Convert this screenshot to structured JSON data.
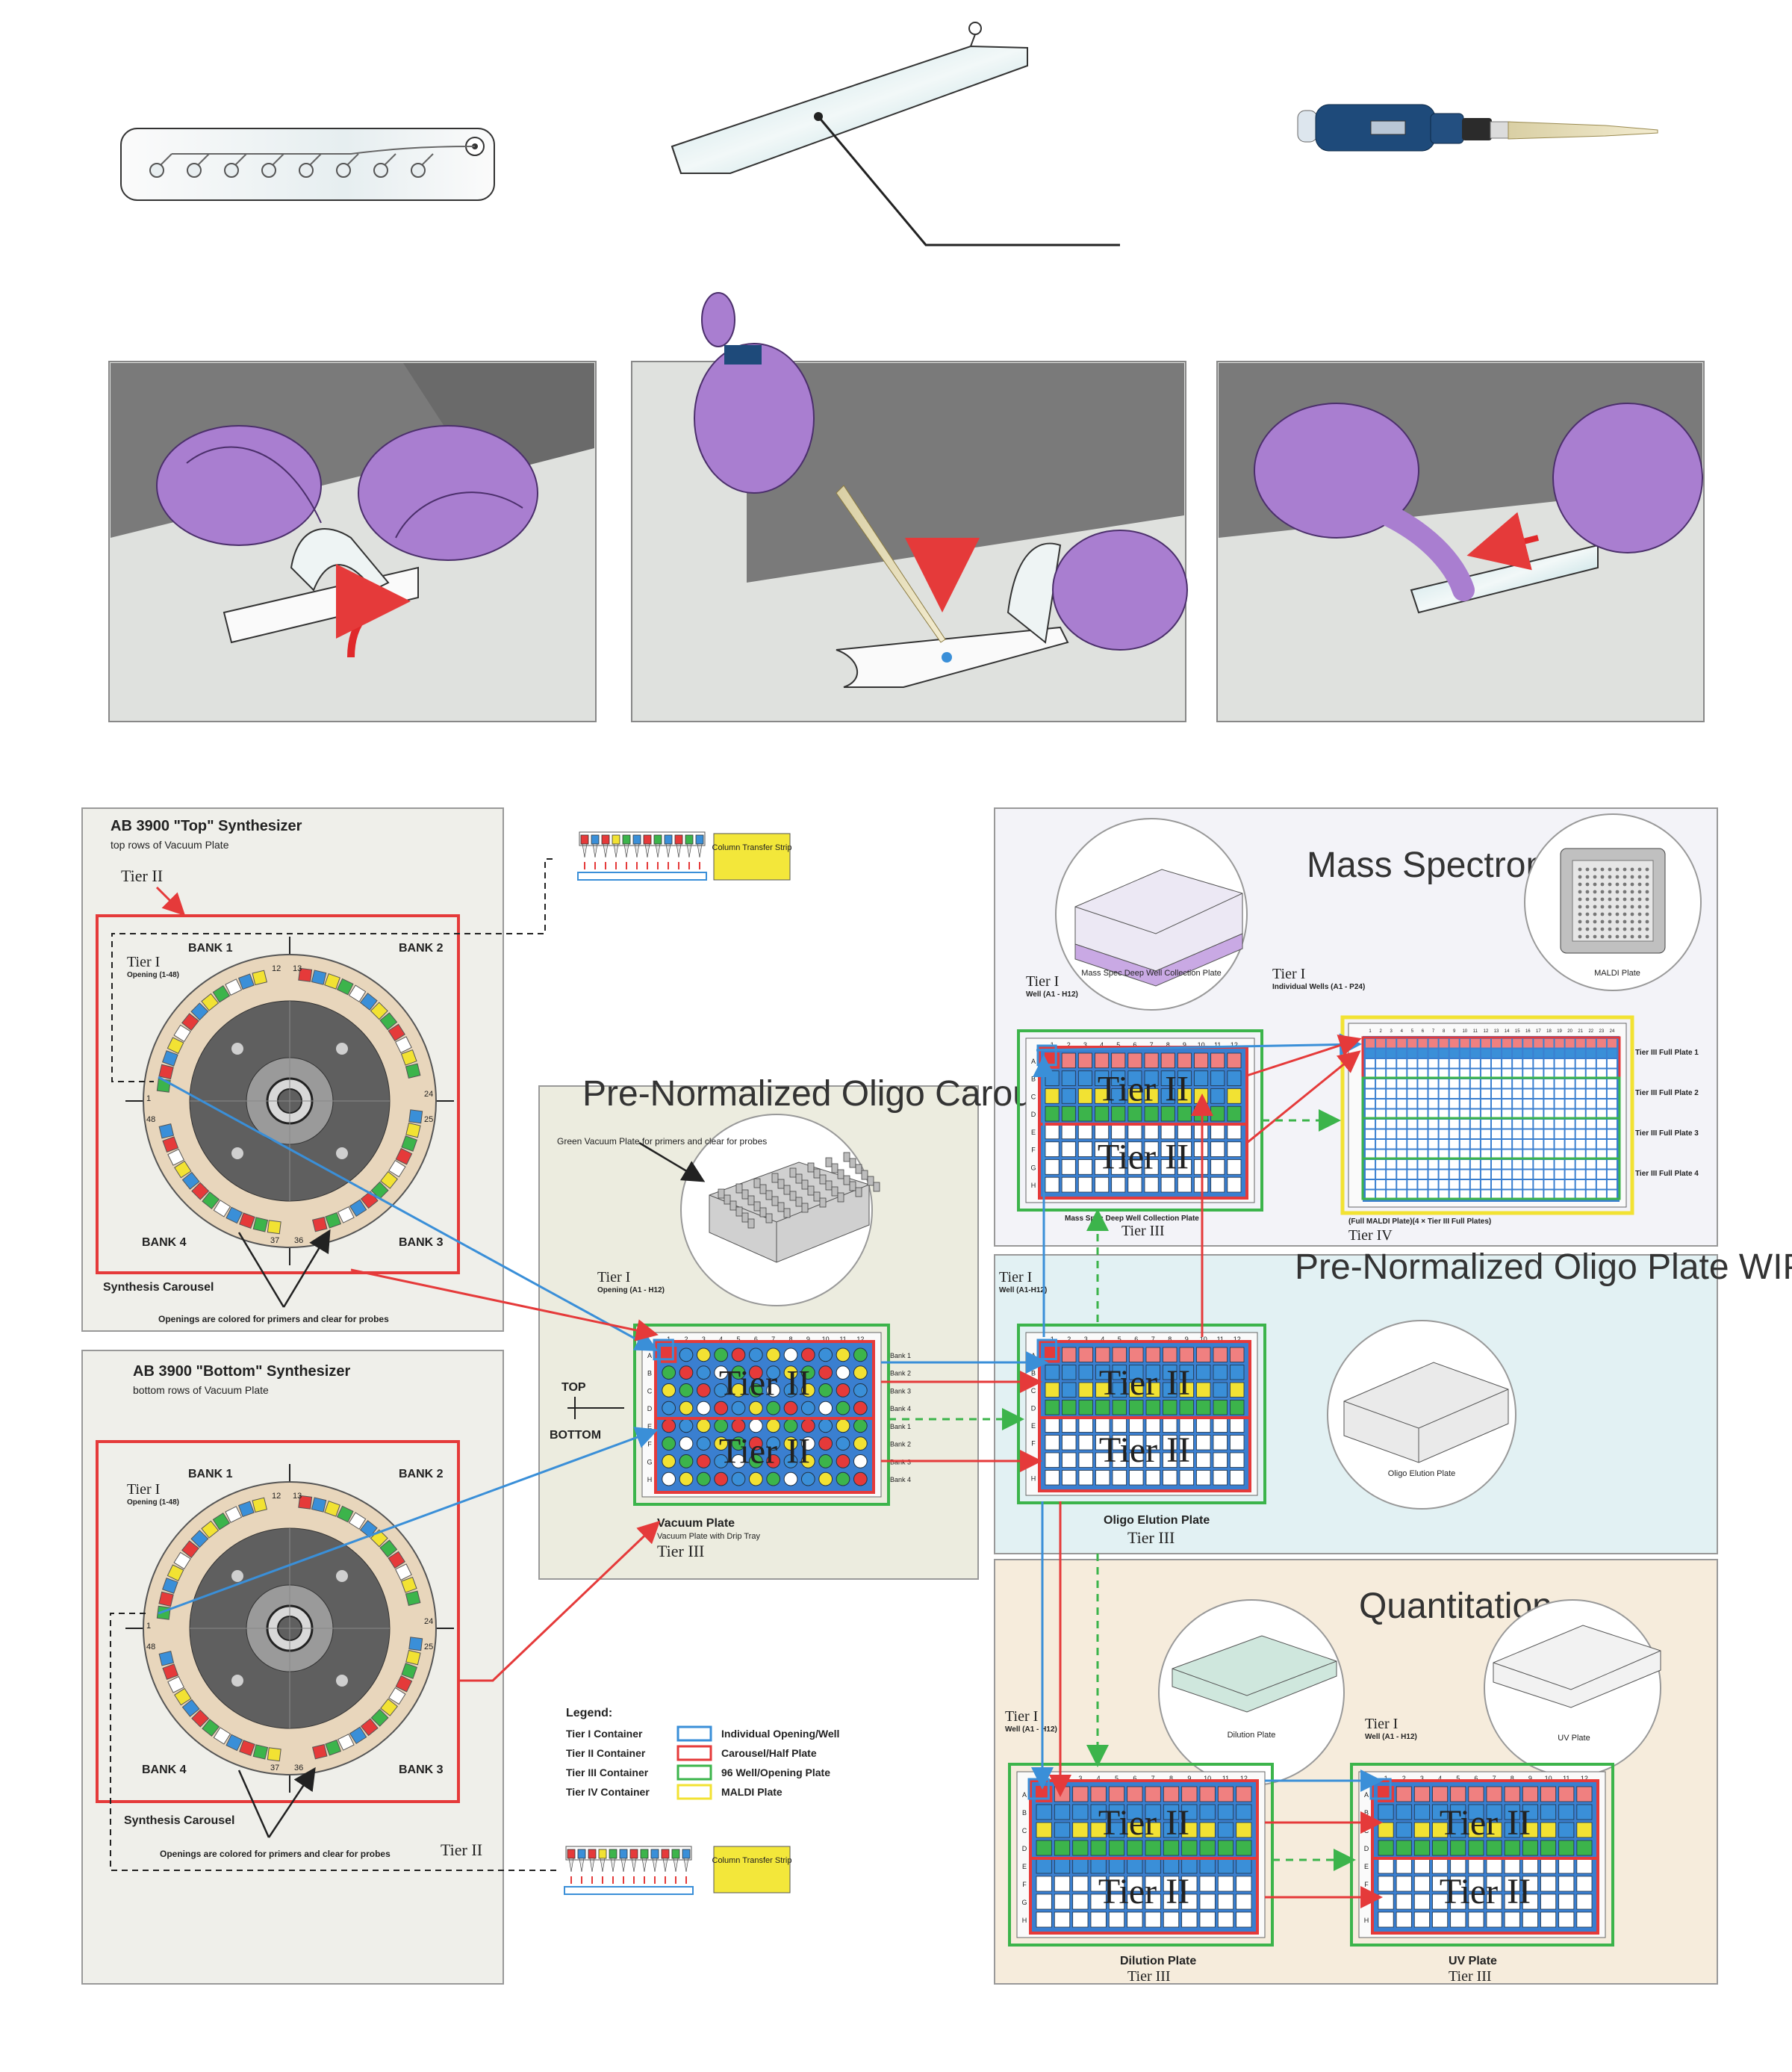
{
  "top_synth": {
    "title": "AB 3900 \"Top\" Synthesizer",
    "subtitle": "top rows of Vacuum Plate",
    "tier_label": "Tier II",
    "bank1": "BANK 1",
    "bank2": "BANK 2",
    "bank3": "BANK 3",
    "bank4": "BANK 4",
    "opening_tier": "Tier I",
    "opening_range": "Opening (1-48)",
    "carousel": "Synthesis Carousel",
    "note": "Openings are colored for primers and clear for probes",
    "num12": "12",
    "num13": "13",
    "num24": "24",
    "num25": "25",
    "num36": "36",
    "num37": "37",
    "num1": "1",
    "num48": "48"
  },
  "bottom_synth": {
    "title": "AB 3900 \"Bottom\" Synthesizer",
    "subtitle": "bottom rows of Vacuum Plate",
    "tier_label": "Tier II",
    "bank1": "BANK 1",
    "bank2": "BANK 2",
    "bank3": "BANK 3",
    "bank4": "BANK 4",
    "opening_tier": "Tier I",
    "opening_range": "Opening (1-48)",
    "carousel": "Synthesis Carousel",
    "note": "Openings are colored for primers and clear for probes",
    "num12": "12",
    "num13": "13",
    "num24": "24",
    "num25": "25",
    "num36": "36",
    "num37": "37",
    "num1": "1",
    "num48": "48"
  },
  "column_strip": {
    "label": "Column Transfer Strip"
  },
  "carousel_wip": {
    "title": "Pre-Normalized Oligo Carousel WIP",
    "plate_note": "Green Vacuum Plate for primers and clear for probes",
    "opening_tier": "Tier I",
    "opening_range": "Opening (A1 - H12)",
    "top": "TOP",
    "bottom": "BOTTOM",
    "plate": "Vacuum Plate",
    "plate_sub": "Vacuum Plate with Drip Tray",
    "plate_tier": "Tier III",
    "tier2_a": "Tier II",
    "tier2_b": "Tier II",
    "banks": [
      "Bank 1",
      "Bank 2",
      "Bank 3",
      "Bank 4",
      "Bank 1",
      "Bank 2",
      "Bank 3",
      "Bank 4"
    ],
    "col_numbers": [
      "1",
      "2",
      "3",
      "4",
      "5",
      "6",
      "7",
      "8",
      "9",
      "10",
      "11",
      "12"
    ],
    "row_letters": [
      "A",
      "B",
      "C",
      "D",
      "E",
      "F",
      "G",
      "H"
    ]
  },
  "mass_spec": {
    "title": "Mass Spectrometry",
    "deep_well": "Mass Spec Deep Well Collection Plate",
    "maldi": "MALDI Plate",
    "well_tier": "Tier I",
    "well_range": "Well (A1 - H12)",
    "indiv_tier": "Tier I",
    "indiv_range": "Individual Wells (A1 - P24)",
    "tier2_a": "Tier II",
    "tier2_b": "Tier II",
    "collection": "Mass Spec Deep Well Collection Plate",
    "collection_tier": "Tier III",
    "full_plates": [
      "Tier III Full Plate 1",
      "Tier III Full Plate 2",
      "Tier III Full Plate 3",
      "Tier III Full Plate 4"
    ],
    "maldi_full": "(Full MALDI Plate)(4 × Tier III Full Plates)",
    "maldi_tier": "Tier IV"
  },
  "plate_wip": {
    "title": "Pre-Normalized Oligo Plate WIP",
    "well_tier": "Tier I",
    "well_range": "Well (A1-H12)",
    "elution": "Oligo Elution Plate",
    "plate": "Oligo Elution Plate",
    "plate_tier": "Tier III",
    "tier2_a": "Tier II",
    "tier2_b": "Tier II"
  },
  "quantitation": {
    "title": "Quantitation",
    "dilution_icon": "Dilution Plate",
    "uv_icon": "UV Plate",
    "well_tier": "Tier I",
    "well_range": "Well (A1 - H12)",
    "uv_tier_label": "Tier I",
    "uv_range": "Well (A1 - H12)",
    "dilution_plate": "Dilution Plate",
    "dilution_tier": "Tier III",
    "uv_plate": "UV Plate",
    "uv_plate_tier": "Tier III",
    "tier2_a": "Tier II",
    "tier2_b": "Tier II",
    "tier2_c": "Tier II",
    "tier2_d": "Tier II"
  },
  "legend": {
    "title": "Legend:",
    "rows": [
      {
        "tier": "Tier I Container",
        "desc": "Individual Opening/Well",
        "color": "#3a8fd8"
      },
      {
        "tier": "Tier II Container",
        "desc": "Carousel/Half Plate",
        "color": "#e53a3a"
      },
      {
        "tier": "Tier III Container",
        "desc": "96 Well/Opening Plate",
        "color": "#3cb44b"
      },
      {
        "tier": "Tier IV Container",
        "desc": "MALDI Plate",
        "color": "#f2e233"
      }
    ]
  },
  "colors": {
    "tier1": "#3a8fd8",
    "tier2": "#e53a3a",
    "tier3": "#3cb44b",
    "tier4": "#f2e233",
    "glove": "#a97ed0",
    "panel_gray": "#efefea",
    "panel_blue": "#e2f1f3",
    "panel_tan": "#f6ecdc",
    "panel_lav": "#f1f1f8"
  }
}
